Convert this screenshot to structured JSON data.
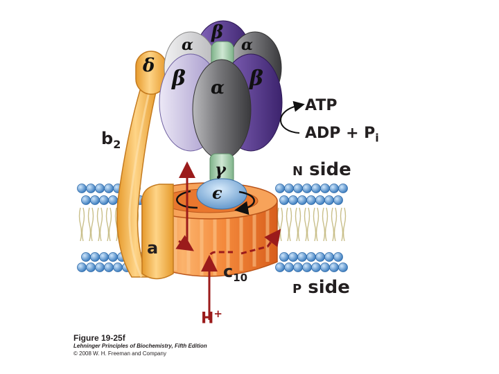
{
  "subunits": {
    "beta": "β",
    "alpha": "α",
    "delta": "δ",
    "gamma": "γ",
    "epsilon": "ϵ",
    "b2_base": "b",
    "b2_sub": "2",
    "a": "a",
    "c10_base": "c",
    "c10_sub": "10"
  },
  "reaction": {
    "atp": "ATP",
    "adp": "ADP + P",
    "pi_sub": "i"
  },
  "sides": {
    "n_letter": "N",
    "n_word": "side",
    "p_letter": "P",
    "p_word": "side"
  },
  "proton": {
    "base": "H",
    "sup": "+"
  },
  "caption": {
    "figure": "Figure 19-25f",
    "book": "Lehninger Principles of Biochemistry, Fifth Edition",
    "copyright": "© 2008 W. H. Freeman and Company"
  },
  "colors": {
    "beta_light": "#c7bde0",
    "beta_dark": "#55388c",
    "alpha_gray": "#6b6b6e",
    "alpha_light": "#d6d6d8",
    "stalk_yellow": "#f3b14b",
    "ring_orange": "#f0843a",
    "gamma_green": "#a9cfb0",
    "epsilon_blue": "#8fb8e0",
    "lipid_head": "#6aa6d8",
    "arrow_red": "#9b1b1b"
  }
}
